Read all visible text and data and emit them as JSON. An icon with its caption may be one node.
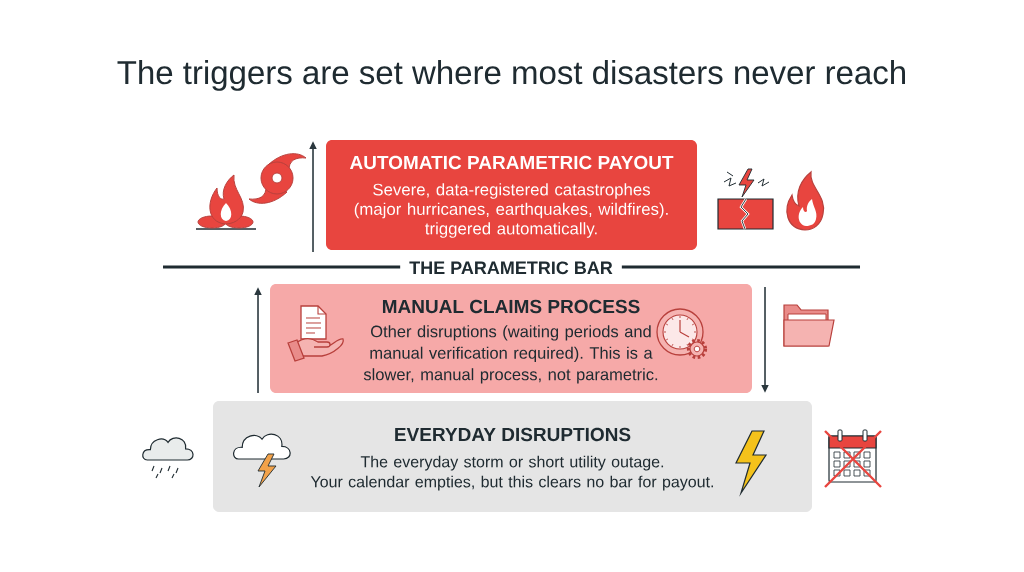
{
  "diagram": {
    "title": "The triggers are set where most disasters never reach",
    "nodes": [
      {
        "text": [
          "AUTOMATIC PARAMETRIC PAYOUT",
          "Severe, data-registered catastrophes (major hurricanes, earthquakes, wildfires). triggered automatically."
        ]
      },
      {
        "text": [
          "MANUAL CLAIMS PROCESS",
          "Other disruptions (waiting periods and manual verification required). This is a slower, manual process, not parametric."
        ]
      },
      {
        "text": [
          "EVERYDAY DISRUPTIONS",
          "The everyday storm or short utility outage. Your calendar empties, but this clears no bar for payout."
        ]
      }
    ],
    "labels": [
      "THE PARAMETRIC BAR"
    ]
  }
}
